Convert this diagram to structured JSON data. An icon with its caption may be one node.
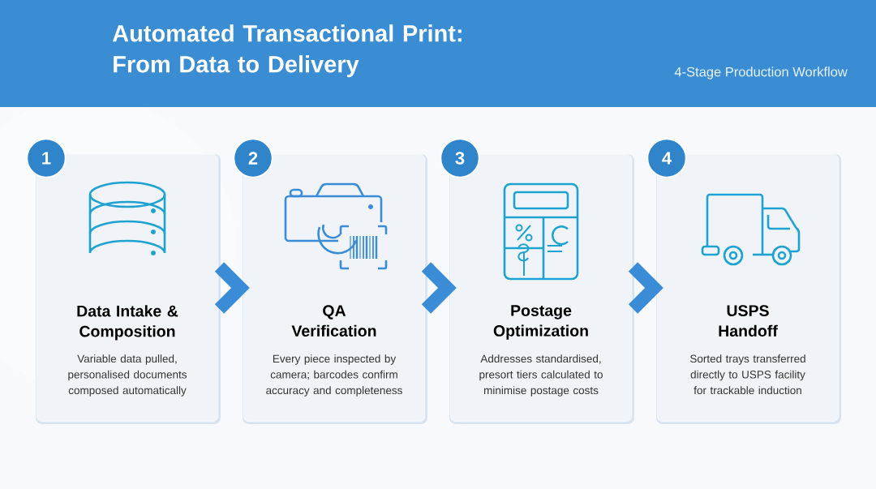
{
  "diagram": {
    "title": "Automated Transactional Print: From Data to Delivery",
    "nodes": [
      {
        "text": [
          "Data Intake & Composition",
          "Variable data pulled, personalised documents composed automatically"
        ]
      },
      {
        "text": [
          "QA Verification",
          "Every piece inspected by camera; barcodes confirm accuracy and completeness"
        ]
      },
      {
        "text": [
          "Postage Optimization",
          "Addresses standardised, presort tiers calculated to minimise postage costs"
        ]
      },
      {
        "text": [
          "USPS Handoff",
          "Sorted trays transferred directly to USPS facility for trackable induction"
        ]
      },
      {
        "text": [
          "1"
        ]
      },
      {
        "text": [
          "2"
        ]
      },
      {
        "text": [
          "3"
        ]
      },
      {
        "text": [
          "4"
        ]
      }
    ],
    "edges": [
      {
        "from": 0,
        "to": 1,
        "arrow": "to"
      },
      {
        "from": 1,
        "to": 2,
        "arrow": "to"
      },
      {
        "from": 2,
        "to": 3,
        "arrow": "to"
      }
    ],
    "labels": [
      "4-Stage Production Workflow"
    ]
  }
}
